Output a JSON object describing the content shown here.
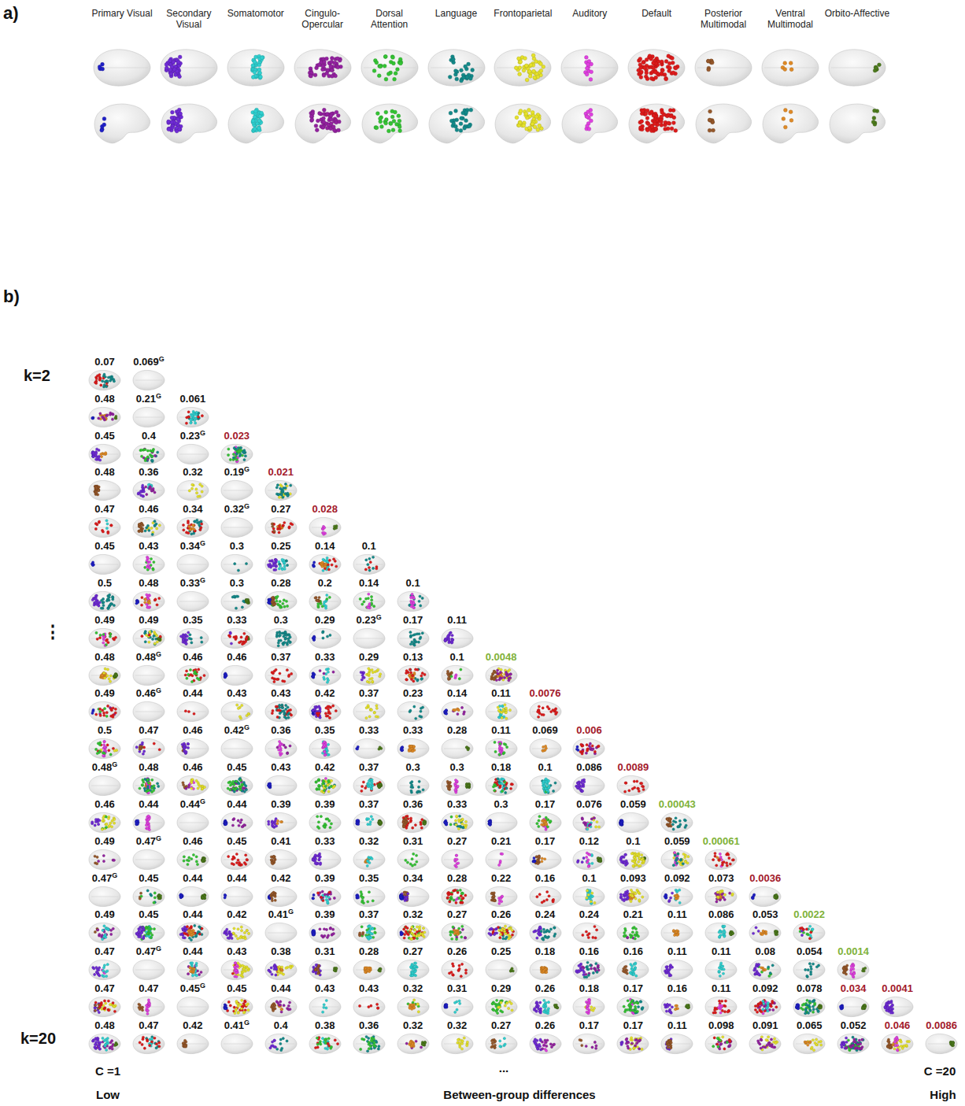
{
  "diagram": {
    "nodes": [
      {
        "text": [
          "Primary Visual"
        ]
      },
      {
        "text": [
          "Secondary Visual"
        ]
      },
      {
        "text": [
          "Somatomotor"
        ]
      },
      {
        "text": [
          "Cingulo-Opercular"
        ]
      },
      {
        "text": [
          "Dorsal Attention"
        ]
      },
      {
        "text": [
          "Language"
        ]
      },
      {
        "text": [
          "Frontoparietal"
        ]
      },
      {
        "text": [
          "Auditory"
        ]
      },
      {
        "text": [
          "Default"
        ]
      },
      {
        "text": [
          "Posterior Multimodal"
        ]
      },
      {
        "text": [
          "Ventral Multimodal"
        ]
      },
      {
        "text": [
          "Orbito-Affective"
        ]
      },
      {
        "text": [
          "0.07"
        ]
      },
      {
        "text": [
          "0.069",
          "G"
        ]
      },
      {
        "text": [
          "0.48"
        ]
      },
      {
        "text": [
          "0.21",
          "G"
        ]
      },
      {
        "text": [
          "0.061"
        ]
      },
      {
        "text": [
          "0.45"
        ]
      },
      {
        "text": [
          "0.4"
        ]
      },
      {
        "text": [
          "0.23",
          "G"
        ]
      },
      {
        "text": [
          "0.023"
        ]
      },
      {
        "text": [
          "0.48"
        ]
      },
      {
        "text": [
          "0.36"
        ]
      },
      {
        "text": [
          "0.32"
        ]
      },
      {
        "text": [
          "0.19",
          "G"
        ]
      },
      {
        "text": [
          "0.021"
        ]
      },
      {
        "text": [
          "0.47"
        ]
      },
      {
        "text": [
          "0.46"
        ]
      },
      {
        "text": [
          "0.34"
        ]
      },
      {
        "text": [
          "0.32",
          "G"
        ]
      },
      {
        "text": [
          "0.27"
        ]
      },
      {
        "text": [
          "0.028"
        ]
      },
      {
        "text": [
          "0.45"
        ]
      },
      {
        "text": [
          "0.43"
        ]
      },
      {
        "text": [
          "0.34",
          "G"
        ]
      },
      {
        "text": [
          "0.3"
        ]
      },
      {
        "text": [
          "0.25"
        ]
      },
      {
        "text": [
          "0.14"
        ]
      },
      {
        "text": [
          "0.1"
        ]
      },
      {
        "text": [
          "0.5"
        ]
      },
      {
        "text": [
          "0.48"
        ]
      },
      {
        "text": [
          "0.33",
          "G"
        ]
      },
      {
        "text": [
          "0.3"
        ]
      },
      {
        "text": [
          "0.28"
        ]
      },
      {
        "text": [
          "0.2"
        ]
      },
      {
        "text": [
          "0.14"
        ]
      },
      {
        "text": [
          "0.1"
        ]
      },
      {
        "text": [
          "0.49"
        ]
      },
      {
        "text": [
          "0.49"
        ]
      },
      {
        "text": [
          "0.35"
        ]
      },
      {
        "text": [
          "0.33"
        ]
      },
      {
        "text": [
          "0.3"
        ]
      },
      {
        "text": [
          "0.29"
        ]
      },
      {
        "text": [
          "0.23",
          "G"
        ]
      },
      {
        "text": [
          "0.17"
        ]
      },
      {
        "text": [
          "0.11"
        ]
      },
      {
        "text": [
          "0.48"
        ]
      },
      {
        "text": [
          "0.48",
          "G"
        ]
      },
      {
        "text": [
          "0.46"
        ]
      },
      {
        "text": [
          "0.46"
        ]
      },
      {
        "text": [
          "0.37"
        ]
      },
      {
        "text": [
          "0.33"
        ]
      },
      {
        "text": [
          "0.29"
        ]
      },
      {
        "text": [
          "0.13"
        ]
      },
      {
        "text": [
          "0.1"
        ]
      },
      {
        "text": [
          "0.0048"
        ]
      },
      {
        "text": [
          "0.49"
        ]
      },
      {
        "text": [
          "0.46",
          "G"
        ]
      },
      {
        "text": [
          "0.44"
        ]
      },
      {
        "text": [
          "0.43"
        ]
      },
      {
        "text": [
          "0.43"
        ]
      },
      {
        "text": [
          "0.42"
        ]
      },
      {
        "text": [
          "0.37"
        ]
      },
      {
        "text": [
          "0.23"
        ]
      },
      {
        "text": [
          "0.14"
        ]
      },
      {
        "text": [
          "0.11"
        ]
      },
      {
        "text": [
          "0.0076"
        ]
      },
      {
        "text": [
          "0.5"
        ]
      },
      {
        "text": [
          "0.47"
        ]
      },
      {
        "text": [
          "0.46"
        ]
      },
      {
        "text": [
          "0.42",
          "G"
        ]
      },
      {
        "text": [
          "0.36"
        ]
      },
      {
        "text": [
          "0.35"
        ]
      },
      {
        "text": [
          "0.33"
        ]
      },
      {
        "text": [
          "0.33"
        ]
      },
      {
        "text": [
          "0.28"
        ]
      },
      {
        "text": [
          "0.11"
        ]
      },
      {
        "text": [
          "0.069"
        ]
      },
      {
        "text": [
          "0.006"
        ]
      },
      {
        "text": [
          "0.48",
          "G"
        ]
      },
      {
        "text": [
          "0.48"
        ]
      },
      {
        "text": [
          "0.46"
        ]
      },
      {
        "text": [
          "0.45"
        ]
      },
      {
        "text": [
          "0.43"
        ]
      },
      {
        "text": [
          "0.42"
        ]
      },
      {
        "text": [
          "0.37"
        ]
      },
      {
        "text": [
          "0.3"
        ]
      },
      {
        "text": [
          "0.3"
        ]
      },
      {
        "text": [
          "0.18"
        ]
      },
      {
        "text": [
          "0.1"
        ]
      },
      {
        "text": [
          "0.086"
        ]
      },
      {
        "text": [
          "0.0089"
        ]
      },
      {
        "text": [
          "0.46"
        ]
      },
      {
        "text": [
          "0.44"
        ]
      },
      {
        "text": [
          "0.44",
          "G"
        ]
      },
      {
        "text": [
          "0.44"
        ]
      },
      {
        "text": [
          "0.39"
        ]
      },
      {
        "text": [
          "0.39"
        ]
      },
      {
        "text": [
          "0.37"
        ]
      },
      {
        "text": [
          "0.36"
        ]
      },
      {
        "text": [
          "0.33"
        ]
      },
      {
        "text": [
          "0.3"
        ]
      },
      {
        "text": [
          "0.17"
        ]
      },
      {
        "text": [
          "0.076"
        ]
      },
      {
        "text": [
          "0.059"
        ]
      },
      {
        "text": [
          "0.00043"
        ]
      },
      {
        "text": [
          "0.49"
        ]
      },
      {
        "text": [
          "0.47",
          "G"
        ]
      },
      {
        "text": [
          "0.46"
        ]
      },
      {
        "text": [
          "0.45"
        ]
      },
      {
        "text": [
          "0.41"
        ]
      },
      {
        "text": [
          "0.33"
        ]
      },
      {
        "text": [
          "0.32"
        ]
      },
      {
        "text": [
          "0.31"
        ]
      },
      {
        "text": [
          "0.27"
        ]
      },
      {
        "text": [
          "0.21"
        ]
      },
      {
        "text": [
          "0.17"
        ]
      },
      {
        "text": [
          "0.12"
        ]
      },
      {
        "text": [
          "0.1"
        ]
      },
      {
        "text": [
          "0.059"
        ]
      },
      {
        "text": [
          "0.00061"
        ]
      },
      {
        "text": [
          "0.47",
          "G"
        ]
      },
      {
        "text": [
          "0.45"
        ]
      },
      {
        "text": [
          "0.44"
        ]
      },
      {
        "text": [
          "0.44"
        ]
      },
      {
        "text": [
          "0.42"
        ]
      },
      {
        "text": [
          "0.39"
        ]
      },
      {
        "text": [
          "0.35"
        ]
      },
      {
        "text": [
          "0.34"
        ]
      },
      {
        "text": [
          "0.28"
        ]
      },
      {
        "text": [
          "0.22"
        ]
      },
      {
        "text": [
          "0.16"
        ]
      },
      {
        "text": [
          "0.1"
        ]
      },
      {
        "text": [
          "0.093"
        ]
      },
      {
        "text": [
          "0.092"
        ]
      },
      {
        "text": [
          "0.073"
        ]
      },
      {
        "text": [
          "0.0036"
        ]
      },
      {
        "text": [
          "0.49"
        ]
      },
      {
        "text": [
          "0.45"
        ]
      },
      {
        "text": [
          "0.44"
        ]
      },
      {
        "text": [
          "0.42"
        ]
      },
      {
        "text": [
          "0.41",
          "G"
        ]
      },
      {
        "text": [
          "0.39"
        ]
      },
      {
        "text": [
          "0.37"
        ]
      },
      {
        "text": [
          "0.32"
        ]
      },
      {
        "text": [
          "0.27"
        ]
      },
      {
        "text": [
          "0.26"
        ]
      },
      {
        "text": [
          "0.24"
        ]
      },
      {
        "text": [
          "0.24"
        ]
      },
      {
        "text": [
          "0.21"
        ]
      },
      {
        "text": [
          "0.11"
        ]
      },
      {
        "text": [
          "0.086"
        ]
      },
      {
        "text": [
          "0.053"
        ]
      },
      {
        "text": [
          "0.0022"
        ]
      },
      {
        "text": [
          "0.47"
        ]
      },
      {
        "text": [
          "0.47",
          "G"
        ]
      },
      {
        "text": [
          "0.44"
        ]
      },
      {
        "text": [
          "0.43"
        ]
      },
      {
        "text": [
          "0.38"
        ]
      },
      {
        "text": [
          "0.31"
        ]
      },
      {
        "text": [
          "0.28"
        ]
      },
      {
        "text": [
          "0.27"
        ]
      },
      {
        "text": [
          "0.26"
        ]
      },
      {
        "text": [
          "0.25"
        ]
      },
      {
        "text": [
          "0.18"
        ]
      },
      {
        "text": [
          "0.16"
        ]
      },
      {
        "text": [
          "0.16"
        ]
      },
      {
        "text": [
          "0.11"
        ]
      },
      {
        "text": [
          "0.11"
        ]
      },
      {
        "text": [
          "0.08"
        ]
      },
      {
        "text": [
          "0.054"
        ]
      },
      {
        "text": [
          "0.0014"
        ]
      },
      {
        "text": [
          "0.47"
        ]
      },
      {
        "text": [
          "0.47"
        ]
      },
      {
        "text": [
          "0.45",
          "G"
        ]
      },
      {
        "text": [
          "0.45"
        ]
      },
      {
        "text": [
          "0.44"
        ]
      },
      {
        "text": [
          "0.43"
        ]
      },
      {
        "text": [
          "0.43"
        ]
      },
      {
        "text": [
          "0.32"
        ]
      },
      {
        "text": [
          "0.31"
        ]
      },
      {
        "text": [
          "0.29"
        ]
      },
      {
        "text": [
          "0.26"
        ]
      },
      {
        "text": [
          "0.18"
        ]
      },
      {
        "text": [
          "0.17"
        ]
      },
      {
        "text": [
          "0.16"
        ]
      },
      {
        "text": [
          "0.11"
        ]
      },
      {
        "text": [
          "0.092"
        ]
      },
      {
        "text": [
          "0.078"
        ]
      },
      {
        "text": [
          "0.034"
        ]
      },
      {
        "text": [
          "0.0041"
        ]
      },
      {
        "text": [
          "0.48"
        ]
      },
      {
        "text": [
          "0.47"
        ]
      },
      {
        "text": [
          "0.42"
        ]
      },
      {
        "text": [
          "0.41",
          "G"
        ]
      },
      {
        "text": [
          "0.4"
        ]
      },
      {
        "text": [
          "0.38"
        ]
      },
      {
        "text": [
          "0.36"
        ]
      },
      {
        "text": [
          "0.32"
        ]
      },
      {
        "text": [
          "0.32"
        ]
      },
      {
        "text": [
          "0.27"
        ]
      },
      {
        "text": [
          "0.26"
        ]
      },
      {
        "text": [
          "0.17"
        ]
      },
      {
        "text": [
          "0.17"
        ]
      },
      {
        "text": [
          "0.11"
        ]
      },
      {
        "text": [
          "0.098"
        ]
      },
      {
        "text": [
          "0.091"
        ]
      },
      {
        "text": [
          "0.065"
        ]
      },
      {
        "text": [
          "0.052"
        ]
      },
      {
        "text": [
          "0.046"
        ]
      },
      {
        "text": [
          "0.0086"
        ]
      }
    ],
    "labels": [
      "a)",
      "b)",
      "k=2",
      "⋮",
      "k=20",
      "C =1",
      "...",
      "C =20",
      "Low",
      "Between-group differences",
      "High"
    ]
  }
}
